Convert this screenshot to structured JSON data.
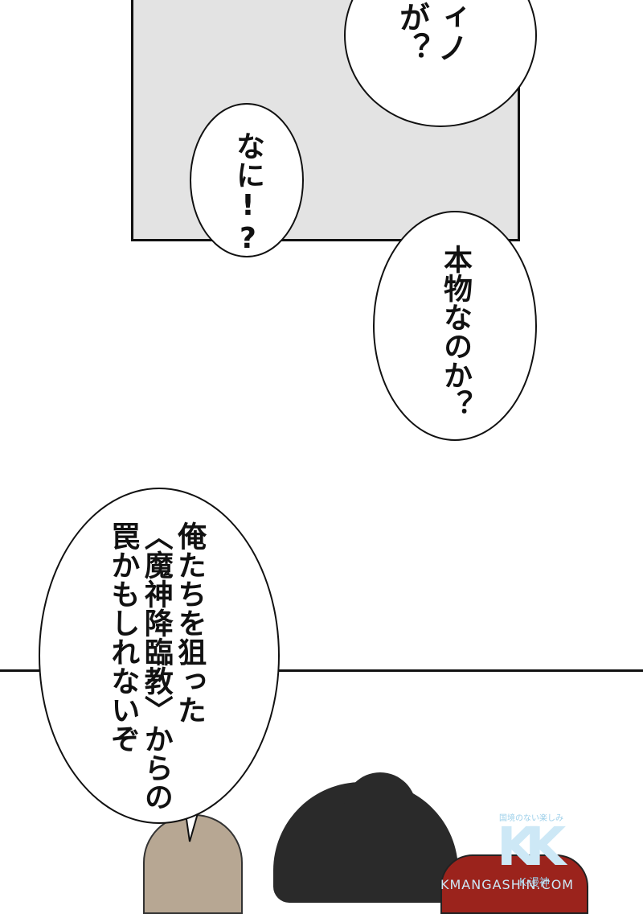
{
  "bubbles": {
    "top_partial": "ティノ\nいが？",
    "nani": "なに!?",
    "honmono": "本物なのか？",
    "large": "俺たちを狙った\n〈魔神降臨教〉からの\n罠かもしれないぞ"
  },
  "watermark": {
    "tagline": "国境のない楽しみ",
    "letters": "KK",
    "brand": "K-漫神",
    "site": "KMANGASHIN.COM"
  }
}
